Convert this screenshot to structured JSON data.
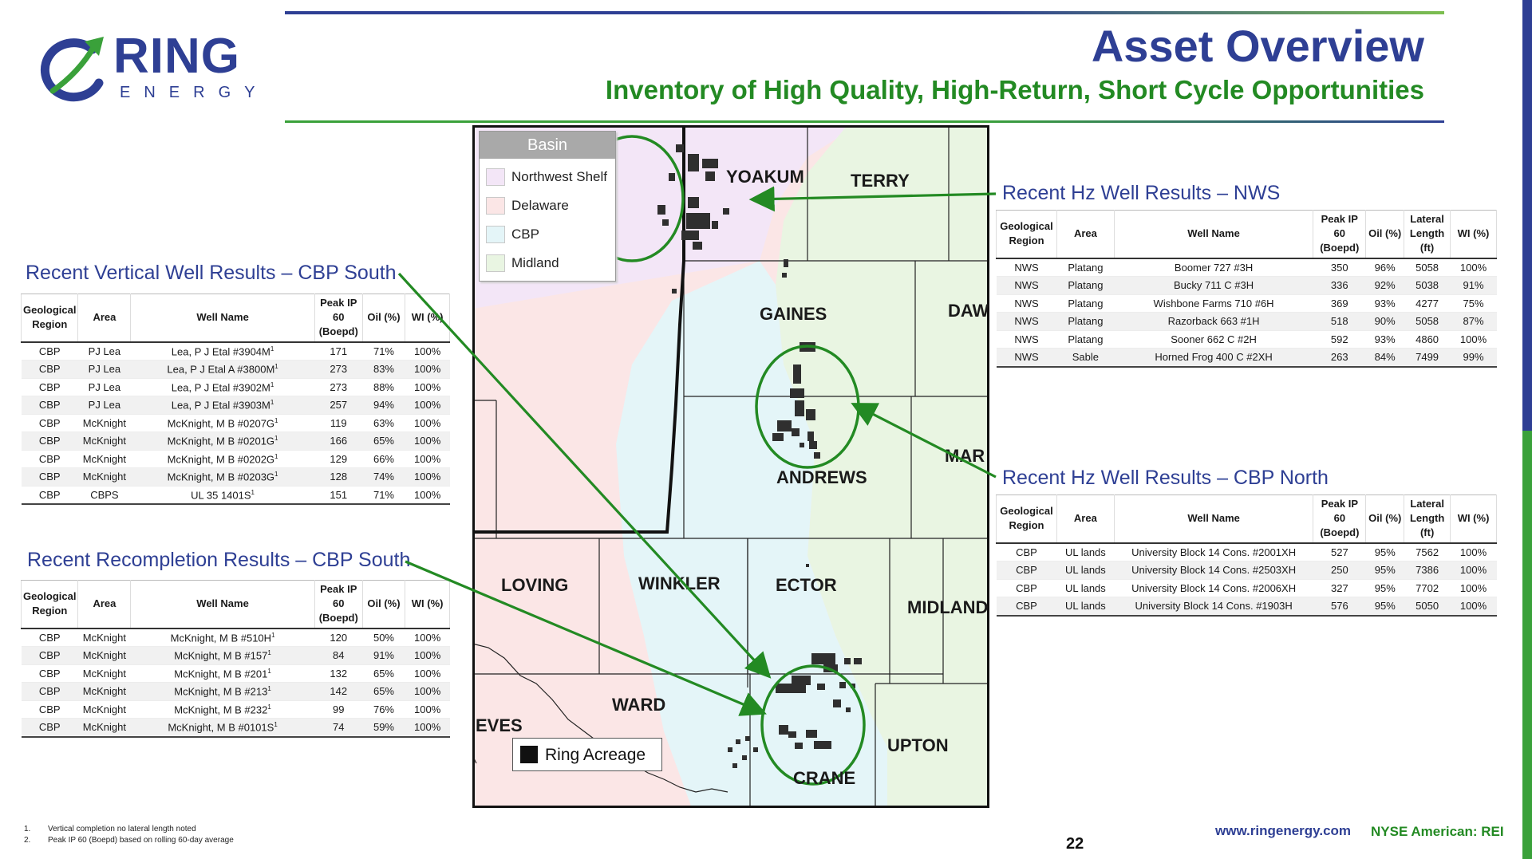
{
  "brand": {
    "name": "RING",
    "tagline": "ENERGY",
    "colors": {
      "navy": "#2e3f94",
      "green": "#238a23",
      "arrow_green": "#3aa13a"
    }
  },
  "header": {
    "title": "Asset Overview",
    "subtitle": "Inventory of High Quality, High-Return, Short Cycle Opportunities"
  },
  "vertical_section": {
    "title": "Recent Vertical Well Results – CBP South",
    "columns": [
      "Geological Region",
      "Area",
      "Well Name",
      "Peak IP 60 (Boepd)",
      "Oil (%)",
      "WI (%)"
    ],
    "rows": [
      {
        "region": "CBP",
        "area": "PJ Lea",
        "well": "Lea, P J Etal  #3904M",
        "sup": "1",
        "ip": "171",
        "oil": "71%",
        "wi": "100%"
      },
      {
        "region": "CBP",
        "area": "PJ Lea",
        "well": "Lea, P J Etal A  #3800M",
        "sup": "1",
        "ip": "273",
        "oil": "83%",
        "wi": "100%"
      },
      {
        "region": "CBP",
        "area": "PJ Lea",
        "well": "Lea, P J Etal  #3902M",
        "sup": "1",
        "ip": "273",
        "oil": "88%",
        "wi": "100%"
      },
      {
        "region": "CBP",
        "area": "PJ Lea",
        "well": "Lea, P J Etal  #3903M",
        "sup": "1",
        "ip": "257",
        "oil": "94%",
        "wi": "100%"
      },
      {
        "region": "CBP",
        "area": "McKnight",
        "well": "McKnight, M B  #0207G",
        "sup": "1",
        "ip": "119",
        "oil": "63%",
        "wi": "100%"
      },
      {
        "region": "CBP",
        "area": "McKnight",
        "well": "McKnight, M B  #0201G",
        "sup": "1",
        "ip": "166",
        "oil": "65%",
        "wi": "100%"
      },
      {
        "region": "CBP",
        "area": "McKnight",
        "well": "McKnight, M B  #0202G",
        "sup": "1",
        "ip": "129",
        "oil": "66%",
        "wi": "100%"
      },
      {
        "region": "CBP",
        "area": "McKnight",
        "well": "McKnight, M B  #0203G",
        "sup": "1",
        "ip": "128",
        "oil": "74%",
        "wi": "100%"
      },
      {
        "region": "CBP",
        "area": "CBPS",
        "well": "UL 35 1401S",
        "sup": "1",
        "ip": "151",
        "oil": "71%",
        "wi": "100%"
      }
    ]
  },
  "recompletion_section": {
    "title": "Recent Recompletion Results – CBP South",
    "columns": [
      "Geological Region",
      "Area",
      "Well Name",
      "Peak IP 60 (Boepd)",
      "Oil (%)",
      "WI (%)"
    ],
    "rows": [
      {
        "region": "CBP",
        "area": "McKnight",
        "well": "McKnight, M B  #510H",
        "sup": "1",
        "ip": "120",
        "oil": "50%",
        "wi": "100%"
      },
      {
        "region": "CBP",
        "area": "McKnight",
        "well": "McKnight, M B  #157",
        "sup": "1",
        "ip": "84",
        "oil": "91%",
        "wi": "100%"
      },
      {
        "region": "CBP",
        "area": "McKnight",
        "well": "McKnight, M B  #201",
        "sup": "1",
        "ip": "132",
        "oil": "65%",
        "wi": "100%"
      },
      {
        "region": "CBP",
        "area": "McKnight",
        "well": "McKnight, M B  #213",
        "sup": "1",
        "ip": "142",
        "oil": "65%",
        "wi": "100%"
      },
      {
        "region": "CBP",
        "area": "McKnight",
        "well": "McKnight, M B  #232",
        "sup": "1",
        "ip": "99",
        "oil": "76%",
        "wi": "100%"
      },
      {
        "region": "CBP",
        "area": "McKnight",
        "well": "McKnight, M B  #0101S",
        "sup": "1",
        "ip": "74",
        "oil": "59%",
        "wi": "100%"
      }
    ]
  },
  "nws_section": {
    "title": "Recent Hz Well Results – NWS",
    "columns": [
      "Geological Region",
      "Area",
      "Well Name",
      "Peak IP 60 (Boepd)",
      "Oil (%)",
      "Lateral Length (ft)",
      "WI (%)"
    ],
    "rows": [
      {
        "region": "NWS",
        "area": "Platang",
        "well": "Boomer 727  #3H",
        "ip": "350",
        "oil": "96%",
        "len": "5058",
        "wi": "100%"
      },
      {
        "region": "NWS",
        "area": "Platang",
        "well": "Bucky 711 C  #3H",
        "ip": "336",
        "oil": "92%",
        "len": "5038",
        "wi": "91%"
      },
      {
        "region": "NWS",
        "area": "Platang",
        "well": "Wishbone Farms 710  #6H",
        "ip": "369",
        "oil": "93%",
        "len": "4277",
        "wi": "75%"
      },
      {
        "region": "NWS",
        "area": "Platang",
        "well": "Razorback 663 #1H",
        "ip": "518",
        "oil": "90%",
        "len": "5058",
        "wi": "87%"
      },
      {
        "region": "NWS",
        "area": "Platang",
        "well": "Sooner 662 C #2H",
        "ip": "592",
        "oil": "93%",
        "len": "4860",
        "wi": "100%"
      },
      {
        "region": "NWS",
        "area": "Sable",
        "well": "Horned Frog 400 C  #2XH",
        "ip": "263",
        "oil": "84%",
        "len": "7499",
        "wi": "99%"
      }
    ]
  },
  "cbp_north_section": {
    "title": "Recent Hz Well Results – CBP North",
    "columns": [
      "Geological Region",
      "Area",
      "Well Name",
      "Peak IP 60 (Boepd)",
      "Oil (%)",
      "Lateral Length (ft)",
      "WI (%)"
    ],
    "rows": [
      {
        "region": "CBP",
        "area": "UL lands",
        "well": "University Block 14 Cons. #2001XH",
        "ip": "527",
        "oil": "95%",
        "len": "7562",
        "wi": "100%"
      },
      {
        "region": "CBP",
        "area": "UL lands",
        "well": "University Block 14 Cons. #2503XH",
        "ip": "250",
        "oil": "95%",
        "len": "7386",
        "wi": "100%"
      },
      {
        "region": "CBP",
        "area": "UL lands",
        "well": "University Block 14 Cons.  #2006XH",
        "ip": "327",
        "oil": "95%",
        "len": "7702",
        "wi": "100%"
      },
      {
        "region": "CBP",
        "area": "UL lands",
        "well": "University Block 14 Cons.  #1903H",
        "ip": "576",
        "oil": "95%",
        "len": "5050",
        "wi": "100%"
      }
    ]
  },
  "map": {
    "legend_title": "Basin",
    "legend_items": [
      {
        "label": "Northwest Shelf",
        "color": "#f3e6f7"
      },
      {
        "label": "Delaware",
        "color": "#fbe6e6"
      },
      {
        "label": "CBP",
        "color": "#e4f5f8"
      },
      {
        "label": "Midland",
        "color": "#e9f5e2"
      }
    ],
    "counties": {
      "yoakum": "YOAKUM",
      "terry": "TERRY",
      "gaines": "GAINES",
      "dawson": "DAW",
      "andrews": "ANDREWS",
      "martin": "MAR",
      "loving": "LOVING",
      "winkler": "WINKLER",
      "ector": "ECTOR",
      "midland": "MIDLAND",
      "ward": "WARD",
      "reeves": "EVES",
      "upton": "UPTON",
      "crane": "CRANE"
    },
    "acreage_label": "Ring Acreage",
    "acreage_color": "#2f2f2f"
  },
  "footnotes": [
    {
      "n": "1.",
      "text": "Vertical completion no lateral length noted"
    },
    {
      "n": "2.",
      "text": "Peak IP 60 (Boepd) based on rolling 60-day average"
    }
  ],
  "footer": {
    "page_number": "22",
    "website": "www.ringenergy.com",
    "ticker": "NYSE American: REI"
  }
}
